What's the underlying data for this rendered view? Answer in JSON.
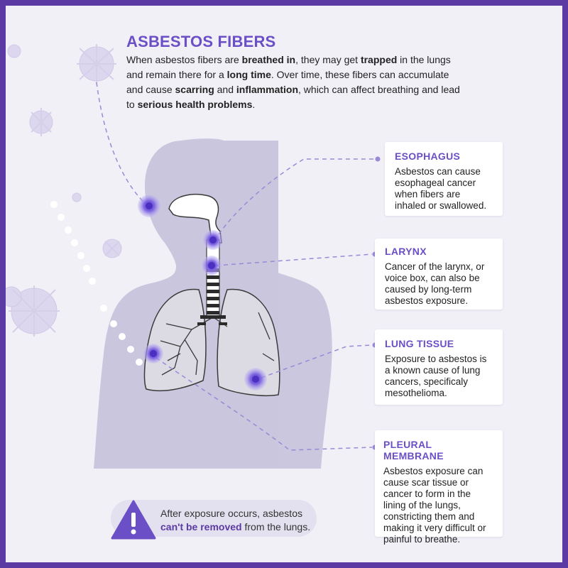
{
  "title": "ASBESTOS FIBERS",
  "intro": {
    "p1": "When asbestos fibers are ",
    "b1": "breathed in",
    "p2": ", they may get ",
    "b2": "trapped",
    "p3": " in the lungs and remain there for a ",
    "b3": "long time",
    "p4": ". Over time, these fibers can accumulate and cause ",
    "b4": "scarring",
    "p5": " and ",
    "b5": "inflammation",
    "p6": ", which can affect breathing and lead to ",
    "b6": "serious health problems",
    "p7": "."
  },
  "cards": {
    "esophagus": {
      "title": "ESOPHAGUS",
      "body": "Asbestos can cause esophageal cancer when fibers are inhaled or swallowed."
    },
    "larynx": {
      "title": "LARYNX",
      "body": "Cancer of the larynx, or voice box, can also be caused by long-term asbestos exposure."
    },
    "lung_tissue": {
      "title": "LUNG TISSUE",
      "body": "Exposure to asbestos is a known cause of lung cancers, specificaly mesothelioma."
    },
    "pleural_membrane": {
      "title": "PLEURAL MEMBRANE",
      "body": "Asbestos exposure can cause scar tissue or cancer to form in the lining of the lungs, constricting them and making it very difficult or painful to breathe."
    }
  },
  "warning": {
    "icon": "warning-triangle-icon",
    "line1": "After exposure occurs, asbestos",
    "bold": "can't be removed",
    "line2": " from the lungs."
  },
  "colors": {
    "frame": "#5b3aa3",
    "accent": "#6a4fc6",
    "silhouette": "#c9c6dd",
    "marker": "#6c4ed6"
  }
}
